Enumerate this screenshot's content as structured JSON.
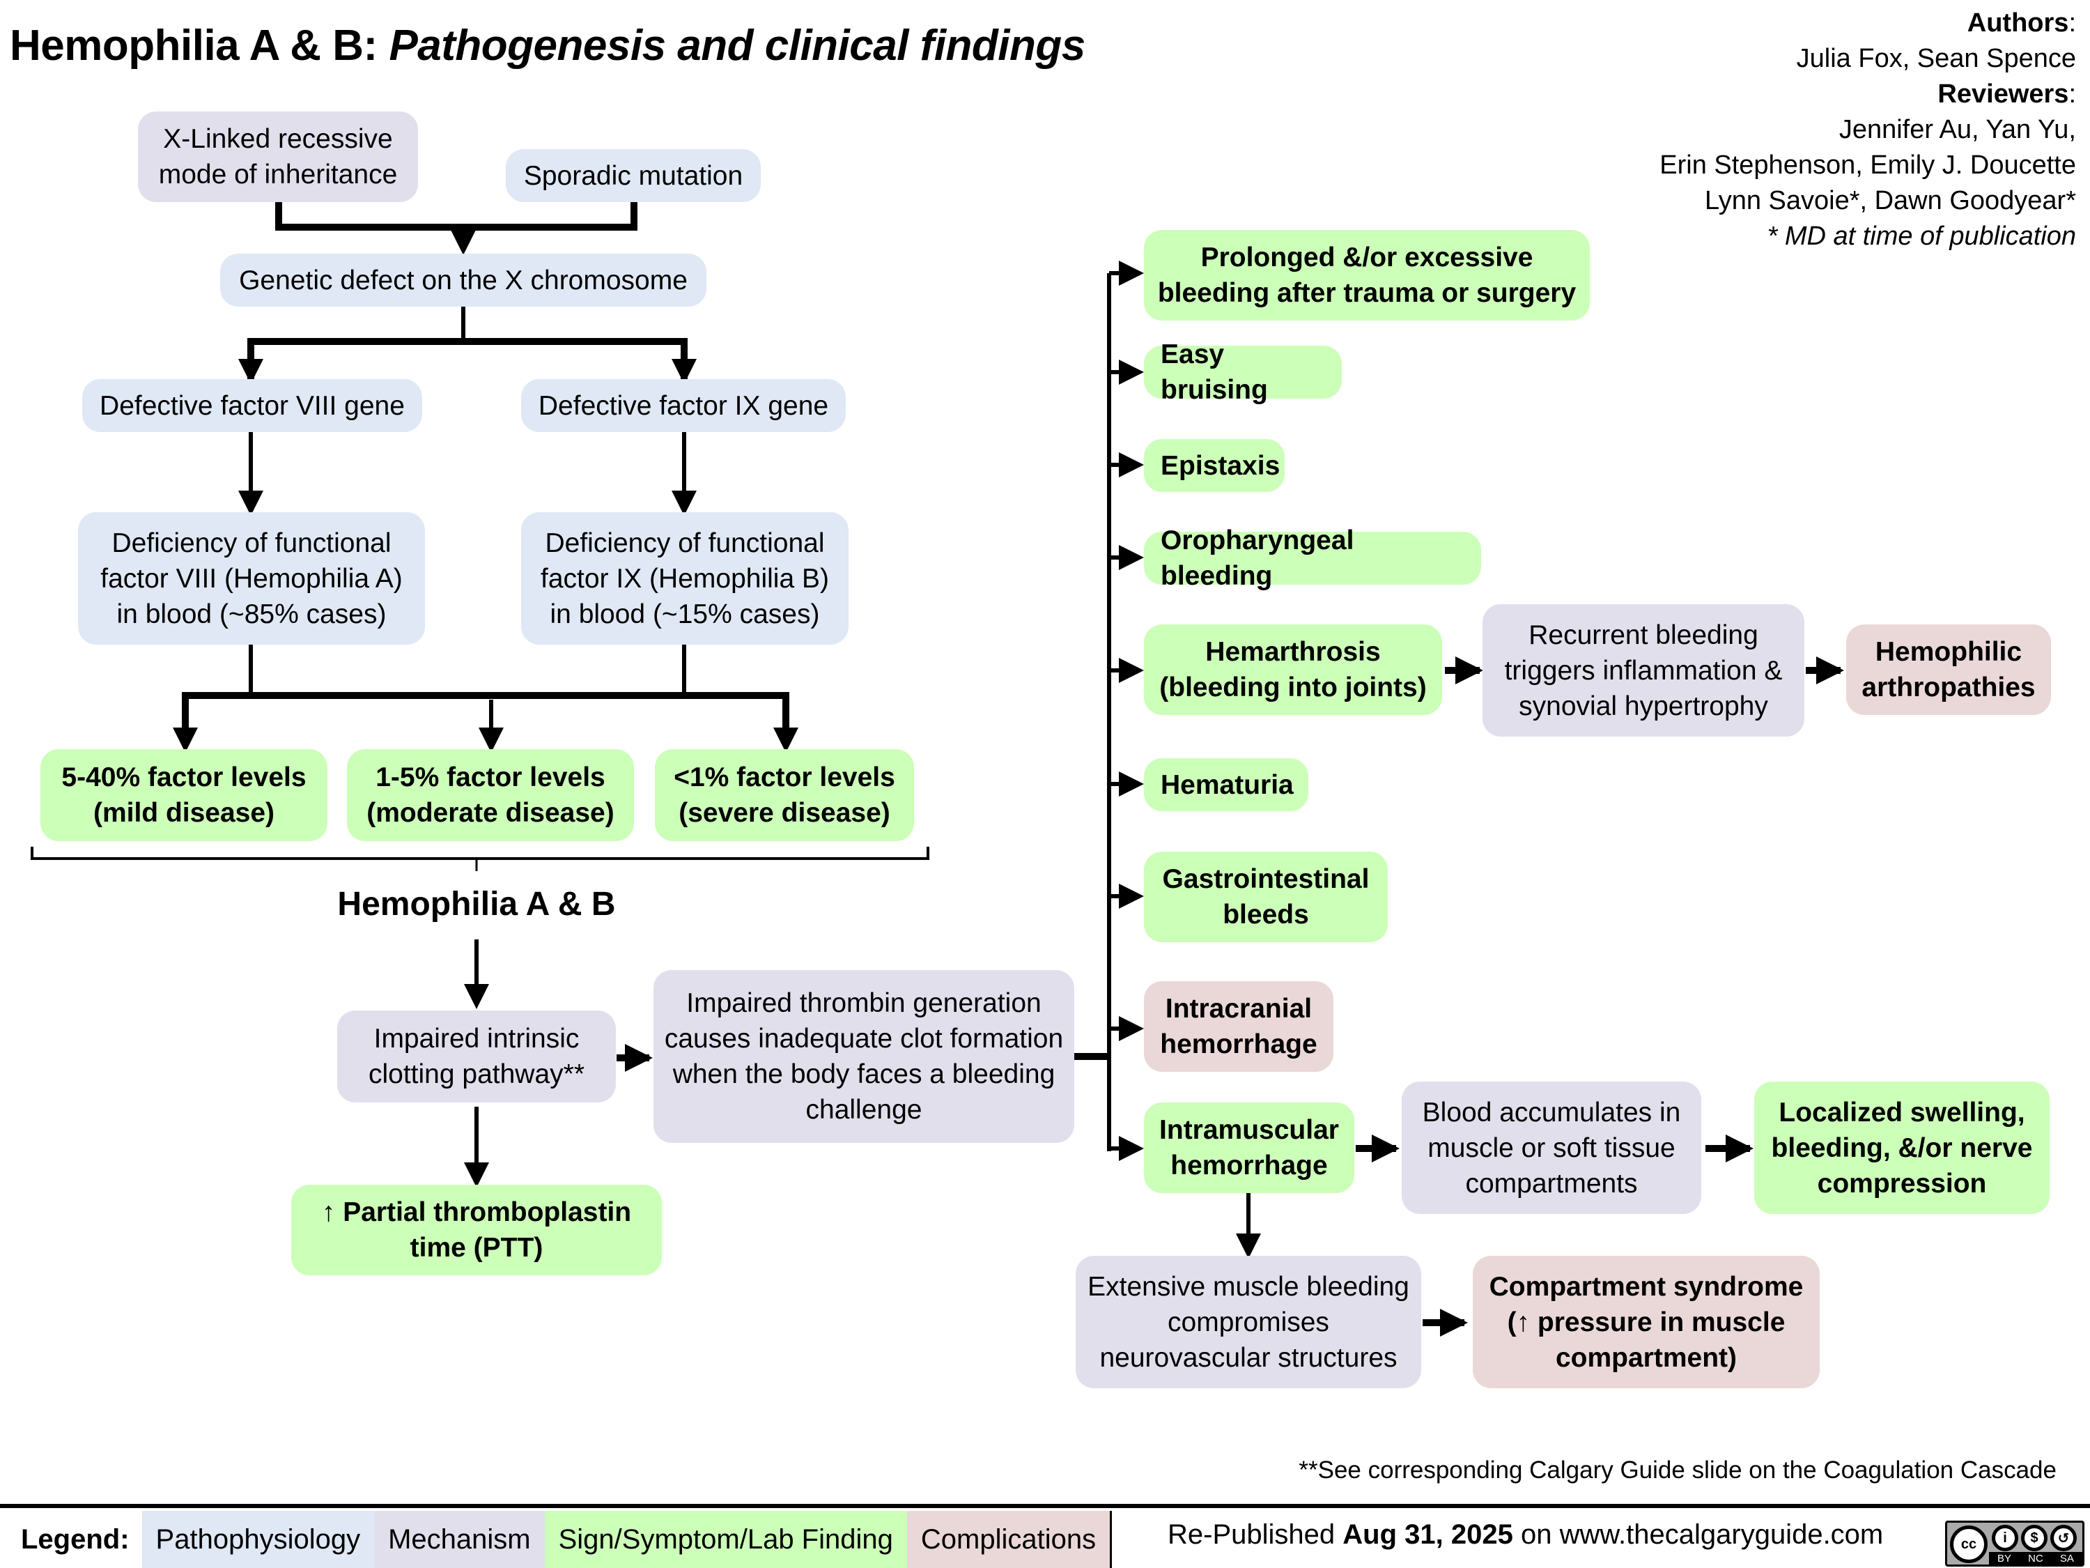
{
  "header": {
    "title_main": "Hemophilia A & B:",
    "title_sub": "Pathogenesis and clinical findings"
  },
  "credits": {
    "authors_label": "Authors",
    "authors": "Julia Fox, Sean Spence",
    "reviewers_label": "Reviewers",
    "reviewers_line1": "Jennifer Au, Yan Yu,",
    "reviewers_line2": "Erin Stephenson, Emily J. Doucette",
    "reviewers_line3": "Lynn Savoie*, Dawn Goodyear*",
    "md_note": "* MD at time of publication"
  },
  "nodes": {
    "xlinked": "X-Linked recessive mode of inheritance",
    "sporadic": "Sporadic mutation",
    "genetic_defect": "Genetic defect on the X chromosome",
    "defective_viii": "Defective factor VIII gene",
    "defective_ix": "Defective factor IX gene",
    "deficiency_viii": "Deficiency of functional factor VIII (Hemophilia A) in blood (~85% cases)",
    "deficiency_ix": "Deficiency of functional factor IX (Hemophilia B) in blood (~15% cases)",
    "mild": "5-40% factor levels (mild disease)",
    "moderate": "1-5% factor levels (moderate disease)",
    "severe": "<1% factor levels (severe disease)",
    "hemophilia_ab": "Hemophilia A & B",
    "intrinsic": "Impaired intrinsic clotting pathway**",
    "ptt": "↑ Partial thromboplastin time (PTT)",
    "thrombin": "Impaired thrombin generation causes inadequate clot formation when the body faces a bleeding challenge",
    "prolonged": "Prolonged &/or excessive bleeding after trauma or surgery",
    "bruising": "Easy bruising",
    "epistaxis": "Epistaxis",
    "oropharyngeal": "Oropharyngeal bleeding",
    "hemarthrosis": "Hemarthrosis (bleeding into joints)",
    "recurrent": "Recurrent bleeding triggers inflammation & synovial hypertrophy",
    "arthropathies": "Hemophilic arthropathies",
    "hematuria": "Hematuria",
    "gi": "Gastrointestinal bleeds",
    "intracranial": "Intracranial hemorrhage",
    "intramuscular": "Intramuscular hemorrhage",
    "blood_accumulates": "Blood accumulates in muscle or soft tissue compartments",
    "localized": "Localized swelling, bleeding, &/or nerve compression",
    "extensive": "Extensive muscle bleeding compromises neurovascular structures",
    "compartment": "Compartment syndrome (↑ pressure in muscle compartment)"
  },
  "footnote": "**See corresponding Calgary Guide slide on the Coagulation Cascade",
  "legend": {
    "title": "Legend:",
    "items": [
      {
        "label": "Pathophysiology",
        "color": "#dfe8f4"
      },
      {
        "label": "Mechanism",
        "color": "#e2dfec"
      },
      {
        "label": "Sign/Symptom/Lab Finding",
        "color": "#ccffb8"
      },
      {
        "label": "Complications",
        "color": "#ead8d8"
      }
    ]
  },
  "published": {
    "prefix": "Re-Published",
    "date": "Aug 31, 2025",
    "suffix": "on www.thecalgaryguide.com"
  },
  "license": {
    "badge": "cc",
    "terms": [
      "BY",
      "NC",
      "SA"
    ]
  }
}
